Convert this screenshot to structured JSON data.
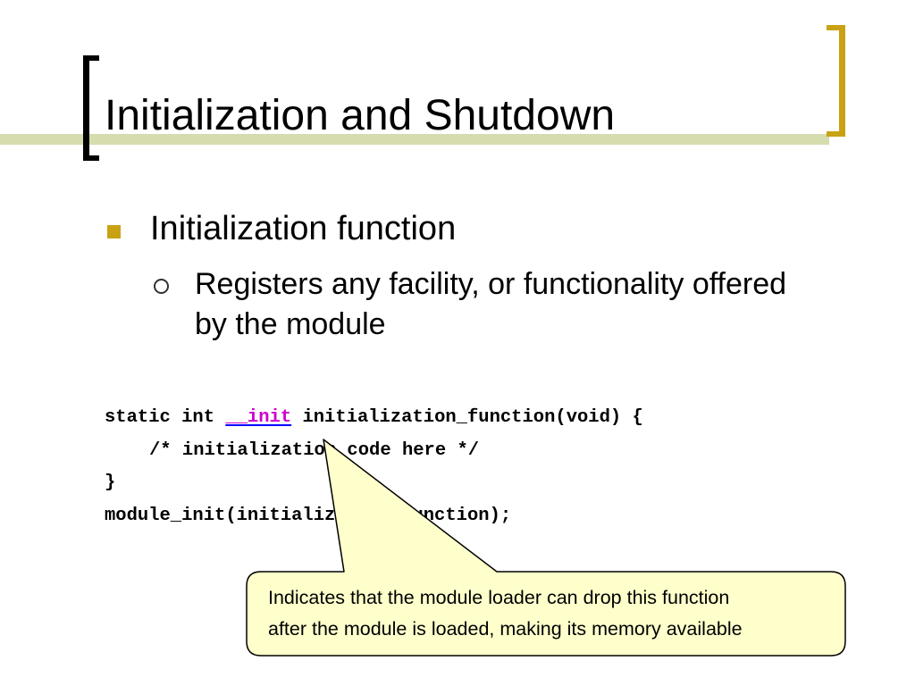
{
  "slide": {
    "title": "Initialization and Shutdown",
    "bullets": [
      {
        "text": "Initialization function",
        "sub": [
          {
            "text": "Registers any facility, or functionality offered by the module"
          }
        ]
      }
    ],
    "code": {
      "line1_prefix": "static int ",
      "line1_keyword": "__init",
      "line1_suffix": " initialization_function(void) {",
      "line2": "/* initialization code here */",
      "line3": "}",
      "line4": "module_init(initialization_function);"
    },
    "callout": {
      "line1": "Indicates that the module loader can drop this function",
      "line2": "after the module is loaded, making its memory available"
    }
  },
  "colors": {
    "accent_gold": "#c9a214",
    "title_band": "#d6dcae",
    "callout_fill": "#ffffcc",
    "keyword": "#cc00cc"
  }
}
